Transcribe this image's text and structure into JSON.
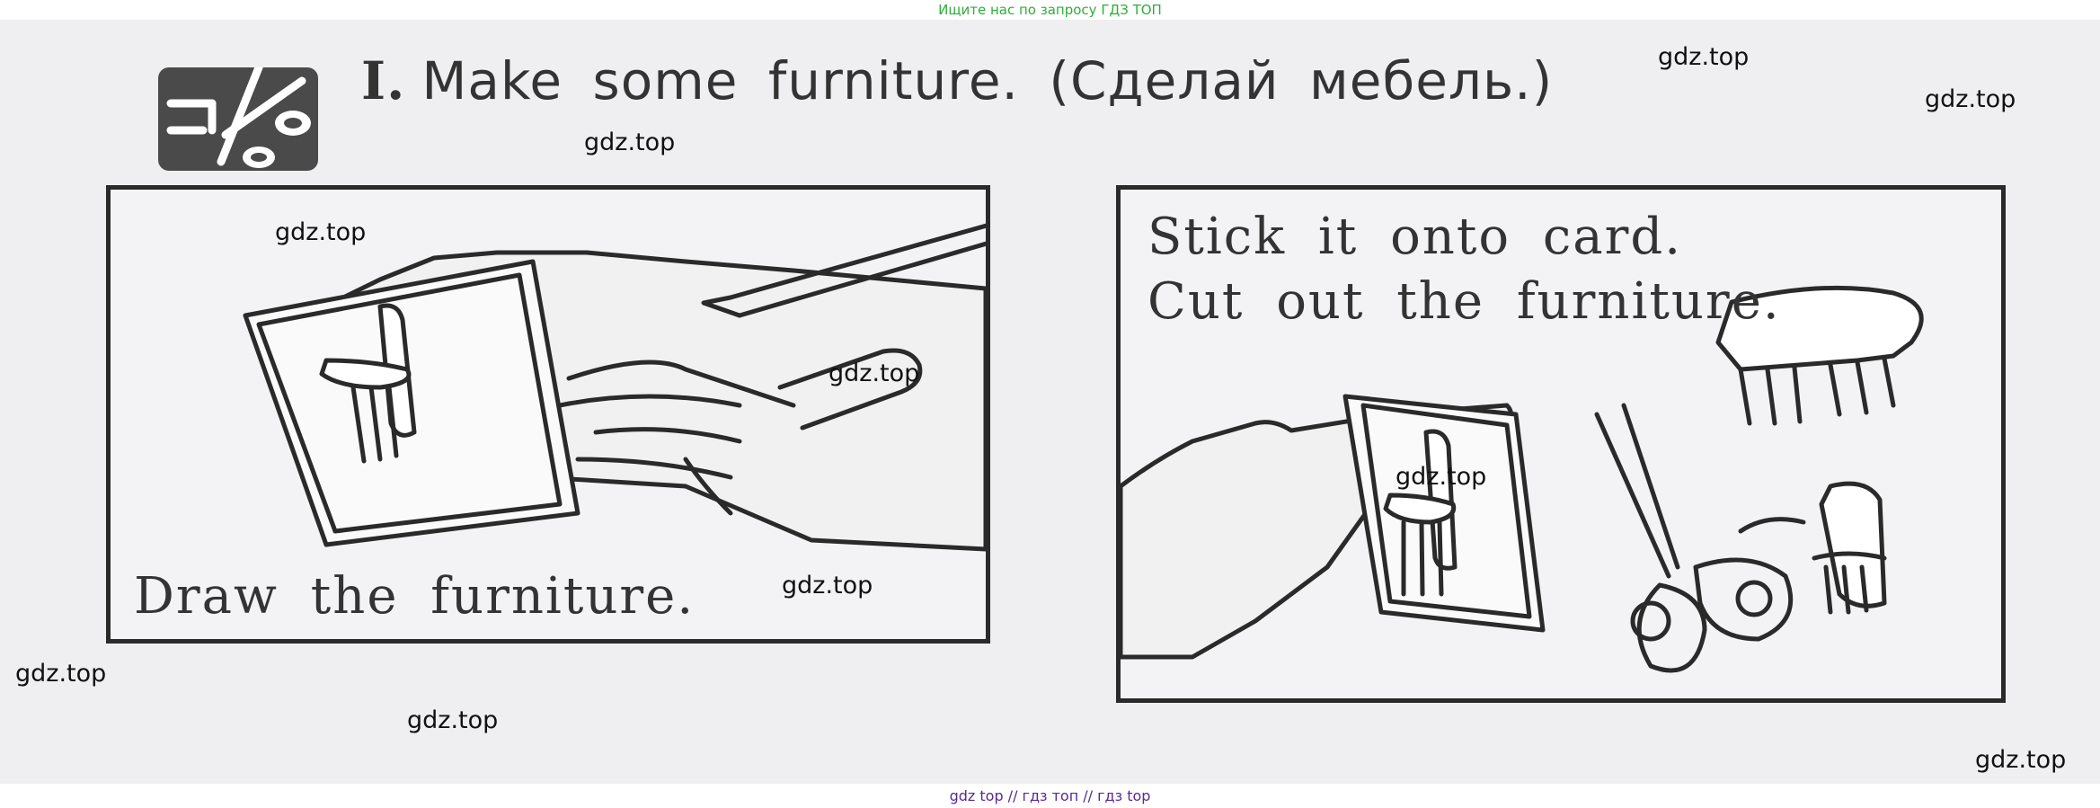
{
  "banner": {
    "text": "Ищите нас по запросу ГДЗ ТОП"
  },
  "exercise": {
    "number": "I.",
    "title": "Make some furniture. (Сделай мебель.)",
    "icon": "scissors-icon"
  },
  "panels": {
    "left": {
      "caption": "Draw the furniture."
    },
    "right": {
      "caption_line1": "Stick it onto card.",
      "caption_line2": "Cut out the furniture."
    }
  },
  "watermarks": [
    "gdz.top",
    "gdz.top",
    "gdz.top",
    "gdz.top",
    "gdz.top",
    "gdz.top",
    "gdz.top",
    "gdz.top",
    "gdz.top",
    "gdz.top"
  ],
  "footer": {
    "text": "gdz top // гдз топ // гдз top"
  },
  "colors": {
    "banner": "#2fae3a",
    "footer": "#5a2a91",
    "ink": "#333333",
    "paper": "#efeff1"
  }
}
